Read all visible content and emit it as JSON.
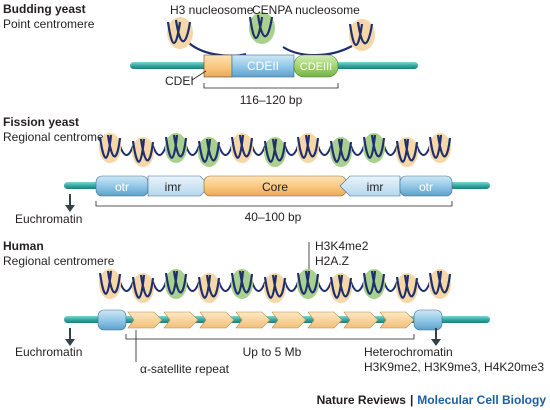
{
  "colors": {
    "h3_histone": "#f6d7a7",
    "cenpa_histone": "#a9d18e",
    "dna_wrap": "#1f2f6e",
    "chromosome_rod": "#3bb3b0",
    "core_region": "#fbcf8a",
    "cdeiii_region": "#9ed36a",
    "repeat_region": "#8ec5e6",
    "text": "#231f20",
    "brand_accent": "#1a5fa5"
  },
  "panels": {
    "budding": {
      "title": "Budding yeast",
      "subtitle": "Point centromere",
      "label_h3": "H3 nucleosome",
      "label_cenpa": "CENPA nucleosome",
      "label_cdei": "CDEI",
      "label_cdeii": "CDEII",
      "label_cdeiii": "CDEIII",
      "size": "116–120 bp"
    },
    "fission": {
      "title": "Fission yeast",
      "subtitle": "Regional centromere",
      "otr_left": "otr",
      "imr_left": "imr",
      "core": "Core",
      "imr_right": "imr",
      "otr_right": "otr",
      "euchromatin": "Euchromatin",
      "size": "40–100 bp"
    },
    "human": {
      "title": "Human",
      "subtitle": "Regional centromere",
      "marks_line1": "H3K4me2",
      "marks_line2": "H2A.Z",
      "euchromatin": "Euchromatin",
      "repeat_label": "α-satellite repeat",
      "size": "Up to 5 Mb",
      "heterochromatin": "Heterochromatin",
      "heterochromatin_marks": "H3K9me2, H3K9me3, H4K20me3"
    }
  },
  "footer": {
    "publisher": "Nature Reviews",
    "separator": "|",
    "journal": "Molecular Cell Biology"
  }
}
